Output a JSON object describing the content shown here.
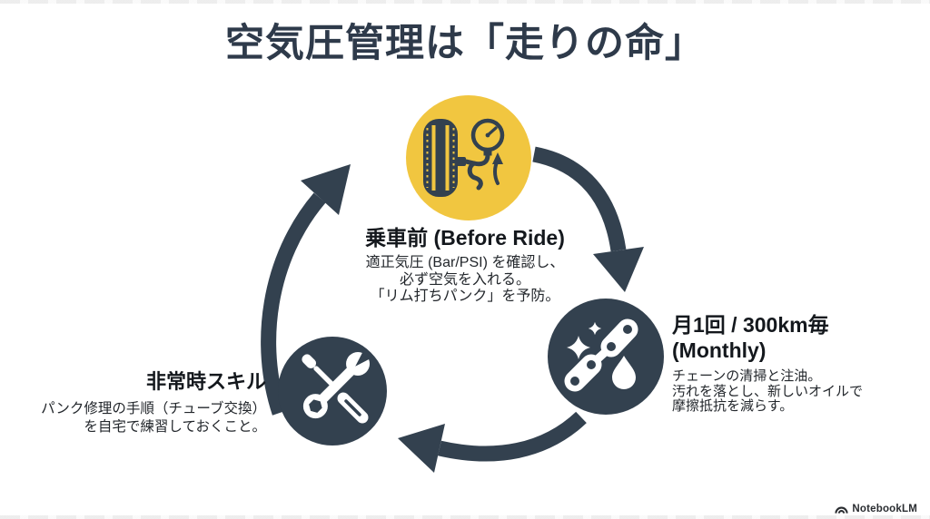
{
  "title": "空気圧管理は「走りの命」",
  "brand": {
    "name": "NotebookLM",
    "logo_icon": "notebooklm-logo-icon"
  },
  "colors": {
    "navy": "#33414f",
    "yellow": "#f1c640",
    "title": "#2e3a4a",
    "text": "#202428"
  },
  "cycle": {
    "direction": "clockwise",
    "arrow_count": 3
  },
  "nodes": {
    "before_ride": {
      "icon": "tire-pressure-gauge-icon",
      "heading": "乗車前 (Before Ride)",
      "lines": [
        "適正気圧 (Bar/PSI) を確認し、",
        "必ず空気を入れる。",
        "「リム打ちパンク」を予防。"
      ]
    },
    "monthly": {
      "icon": "chain-clean-lube-icon",
      "heading": "月1回 / 300km毎 (Monthly)",
      "lines": [
        "チェーンの清掃と注油。",
        "汚れを落とし、新しいオイルで",
        "摩擦抵抗を減らす。"
      ]
    },
    "emergency": {
      "icon": "repair-tools-icon",
      "heading": "非常時スキル",
      "lines": [
        "パンク修理の手順（チューブ交換）",
        "を自宅で練習しておくこと。"
      ]
    }
  }
}
